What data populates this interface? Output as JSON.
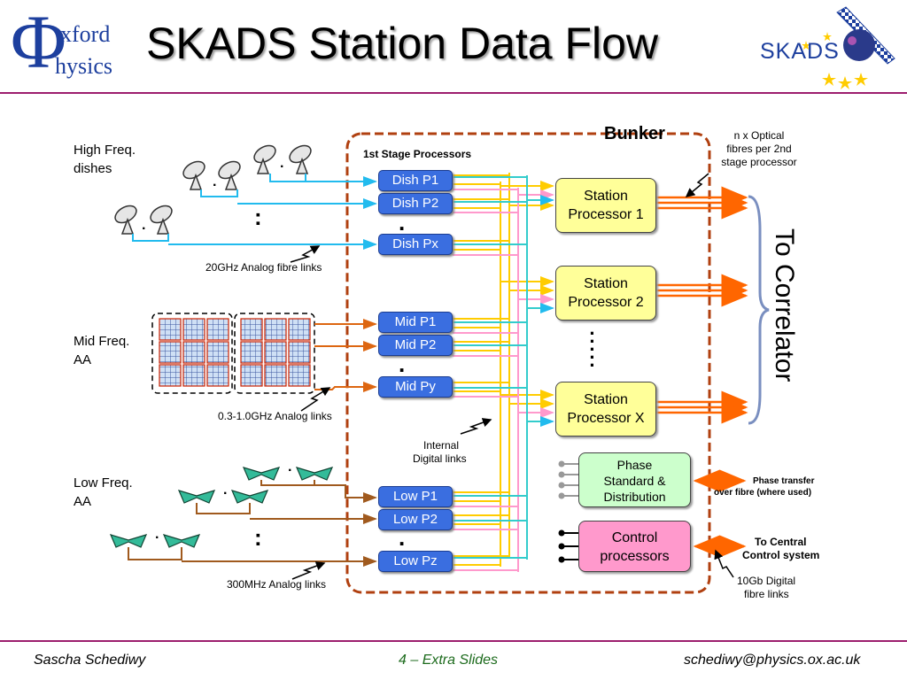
{
  "header": {
    "title": "SKADS Station Data Flow",
    "logo_left": {
      "phi": "Φ",
      "line1": "xford",
      "line2": "hysics"
    },
    "logo_right": "SKADS"
  },
  "diagram": {
    "bunker_label": "Bunker",
    "stage_processors_label": "1st Stage Processors",
    "sources": {
      "high": {
        "line1": "High Freq.",
        "line2": "dishes",
        "link_label": "20GHz Analog fibre links"
      },
      "mid": {
        "line1": "Mid Freq.",
        "line2": "AA",
        "link_label": "0.3-1.0GHz Analog links"
      },
      "low": {
        "line1": "Low Freq.",
        "line2": "AA",
        "link_label": "300MHz Analog links"
      }
    },
    "processors": [
      "Dish P1",
      "Dish P2",
      "Dish Px",
      "Mid P1",
      "Mid P2",
      "Mid Py",
      "Low P1",
      "Low P2",
      "Low Pz"
    ],
    "stations": [
      {
        "line1": "Station",
        "line2": "Processor 1"
      },
      {
        "line1": "Station",
        "line2": "Processor 2"
      },
      {
        "line1": "Station",
        "line2": "Processor X"
      }
    ],
    "phase_box": {
      "line1": "Phase",
      "line2": "Standard &",
      "line3": "Distribution"
    },
    "control_box": {
      "line1": "Control",
      "line2": "processors"
    },
    "internal_links_label": {
      "line1": "Internal",
      "line2": "Digital links"
    },
    "optical_label": {
      "line1": "n x  Optical",
      "line2": "fibres per 2nd",
      "line3": "stage processor"
    },
    "correlator_label": "To Correlator",
    "phase_transfer_label": {
      "line1": "Phase transfer",
      "line2": "over fibre (where used)"
    },
    "central_control_label": {
      "line1": "To Central",
      "line2": "Control system"
    },
    "digital_fibre_label": {
      "line1": "10Gb Digital",
      "line2": "fibre links"
    },
    "colors": {
      "dish_link": "#22bbee",
      "mid_link": "#dd6611",
      "low_link": "#a05a1e",
      "yellow_link": "#ffcc00",
      "pink_link": "#ff99cc",
      "cyan_bus": "#33cccc",
      "correlator_arrow": "#ff6600",
      "bunker_border": "#b04010"
    }
  },
  "footer": {
    "author": "Sascha Schediwy",
    "slide": "4 – Extra Slides",
    "email": "schediwy@physics.ox.ac.uk"
  }
}
